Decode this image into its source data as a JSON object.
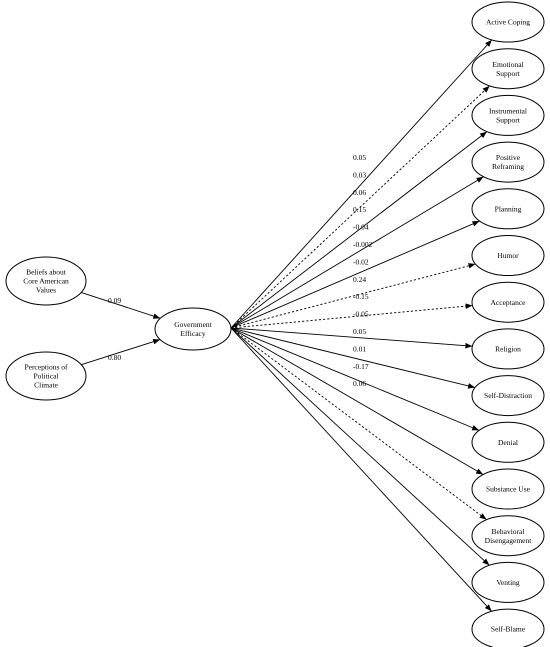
{
  "predictors": [
    {
      "id": "beliefs",
      "label": [
        "Beliefs about",
        "Core American",
        "Values"
      ]
    },
    {
      "id": "perceptions",
      "label": [
        "Perceptions of",
        "Political",
        "Climate"
      ]
    }
  ],
  "mediator": {
    "id": "efficacy",
    "label": [
      "Government",
      "Efficacy"
    ]
  },
  "outcomes": [
    {
      "label": [
        "Active Coping"
      ]
    },
    {
      "label": [
        "Emotional",
        "Support"
      ]
    },
    {
      "label": [
        "Instrumental",
        "Support"
      ]
    },
    {
      "label": [
        "Positive",
        "Reframing"
      ]
    },
    {
      "label": [
        "Planning"
      ]
    },
    {
      "label": [
        "Humor"
      ]
    },
    {
      "label": [
        "Acceptance"
      ]
    },
    {
      "label": [
        "Religion"
      ]
    },
    {
      "label": [
        "Self-Distraction"
      ]
    },
    {
      "label": [
        "Denial"
      ]
    },
    {
      "label": [
        "Substance Use"
      ]
    },
    {
      "label": [
        "Behavioral",
        "Disengagement"
      ]
    },
    {
      "label": [
        "Venting"
      ]
    },
    {
      "label": [
        "Self-Blame"
      ]
    }
  ],
  "paths_in": [
    {
      "from": "beliefs",
      "coef": "0.09",
      "dashed": false
    },
    {
      "from": "perceptions",
      "coef": "0.80",
      "dashed": false
    }
  ],
  "paths_out": [
    {
      "coef": "0.05",
      "dashed": false
    },
    {
      "coef": "0.03",
      "dashed": true
    },
    {
      "coef": "0.06",
      "dashed": false
    },
    {
      "coef": "0.15",
      "dashed": false
    },
    {
      "coef": "-0.04",
      "dashed": false
    },
    {
      "coef": "-0.002",
      "dashed": true
    },
    {
      "coef": "-0.02",
      "dashed": true
    },
    {
      "coef": "0.24",
      "dashed": false
    },
    {
      "coef": "-0.15",
      "dashed": false
    },
    {
      "coef": "-0.05",
      "dashed": false
    },
    {
      "coef": "0.05",
      "dashed": false
    },
    {
      "coef": "0.01",
      "dashed": true
    },
    {
      "coef": "-0.17",
      "dashed": false
    },
    {
      "coef": "0.06",
      "dashed": false
    }
  ]
}
